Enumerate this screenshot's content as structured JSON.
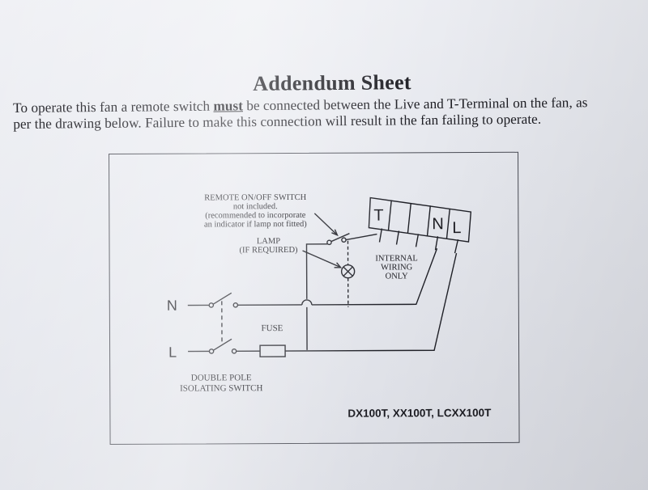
{
  "title": "Addendum Sheet",
  "intro": {
    "line1_before": "To operate this fan a remote switch ",
    "line1_emphasis": "must",
    "line1_after": " be connected between the Live and T-Terminal on the fan, as",
    "line2": "per the drawing below. Failure to make this connection will result in the fan failing to operate."
  },
  "diagram": {
    "remote_switch_label": "REMOTE ON/OFF SWITCH",
    "remote_switch_note1": "not included.",
    "remote_switch_note2": "(recommended to incorporate",
    "remote_switch_note3": "an indicator if lamp not fitted)",
    "lamp_label": "LAMP",
    "lamp_note": "(IF REQUIRED)",
    "internal_wiring_1": "INTERNAL",
    "internal_wiring_2": "WIRING",
    "internal_wiring_3": "ONLY",
    "terminal_t": "T",
    "terminal_n": "N",
    "terminal_l": "L",
    "neutral_label": "N",
    "live_label": "L",
    "fuse_label": "FUSE",
    "isolator_label_1": "DOUBLE POLE",
    "isolator_label_2": "ISOLATING SWITCH",
    "models": "DX100T, XX100T, LCXX100T"
  }
}
